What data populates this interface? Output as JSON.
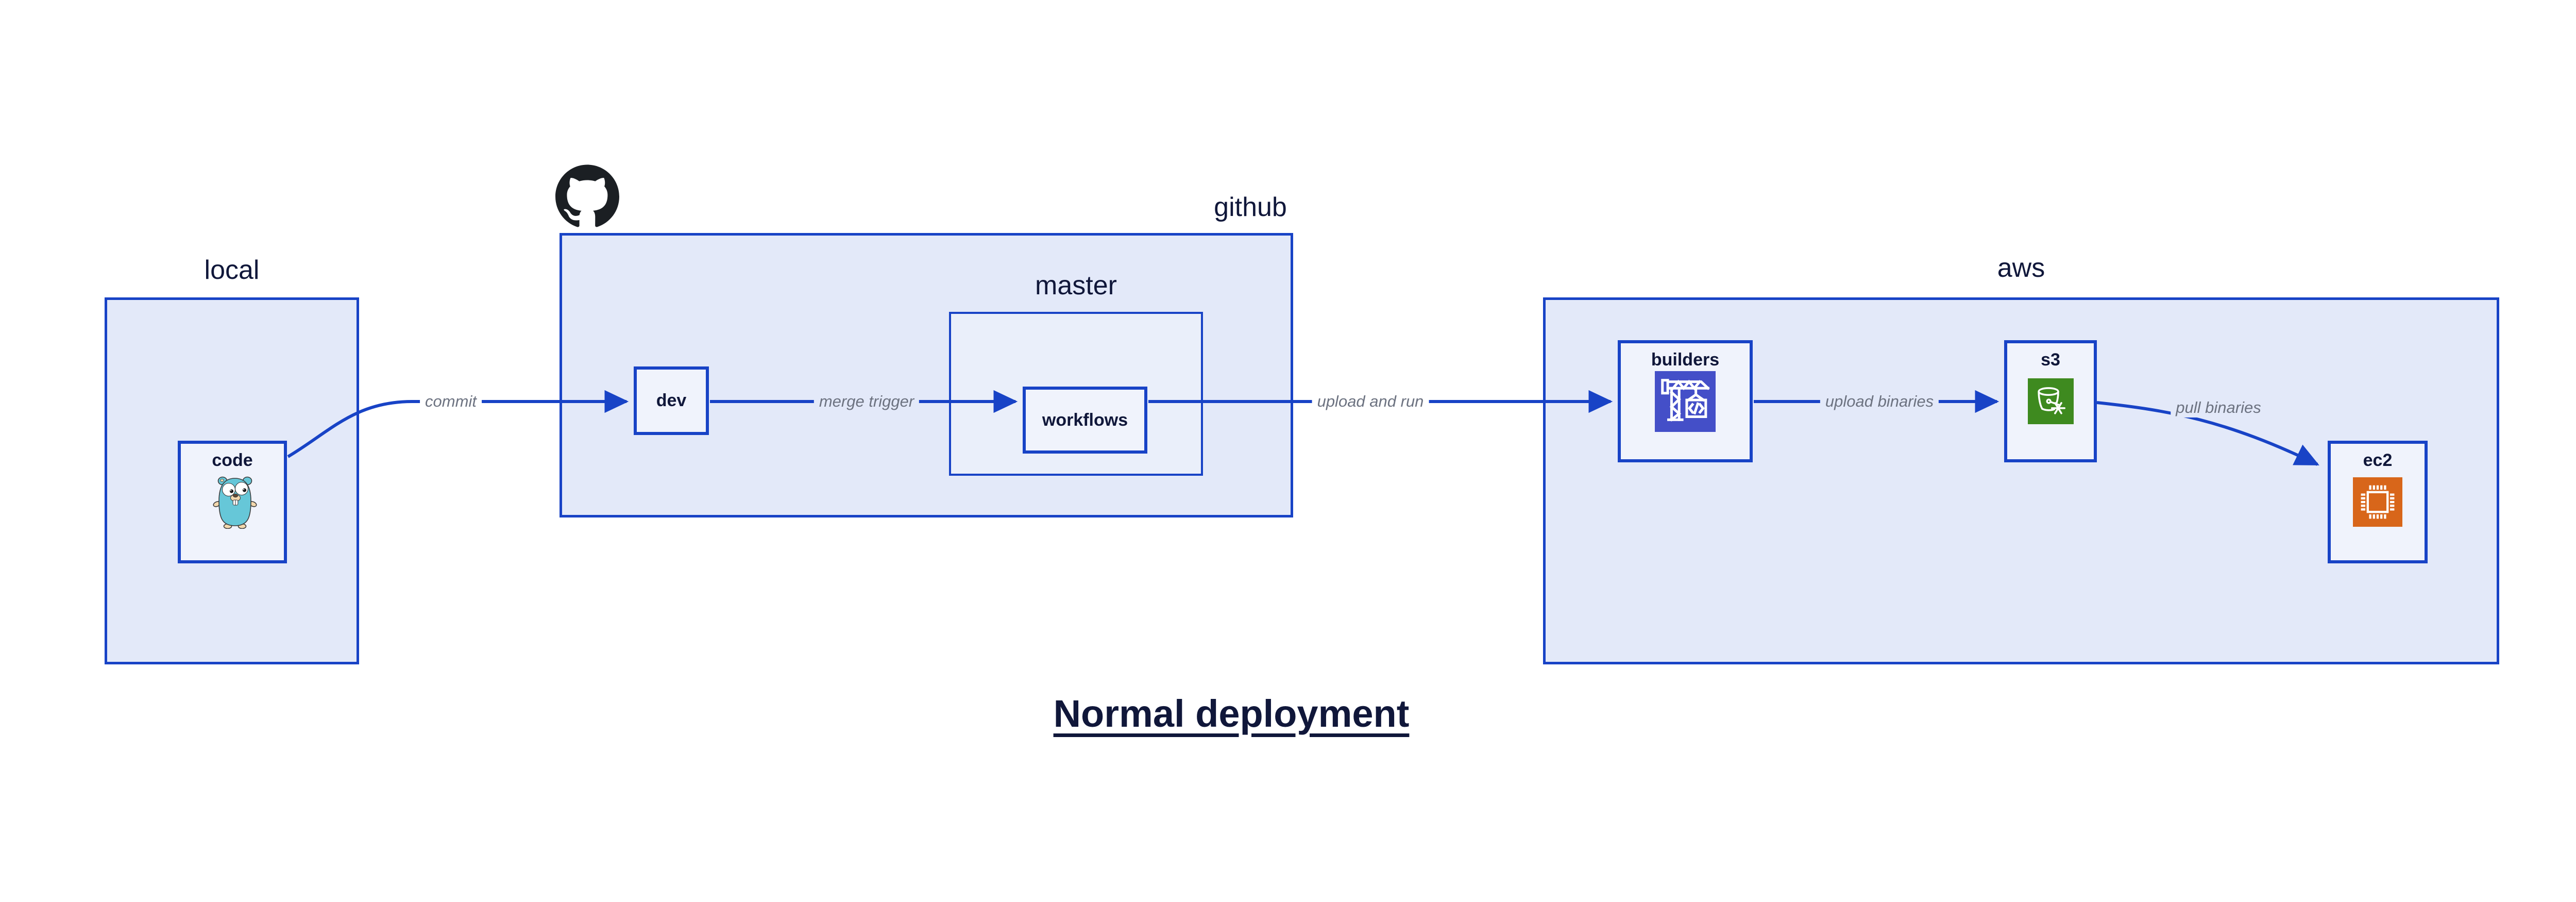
{
  "title": "Normal deployment",
  "groups": {
    "local": {
      "label": "local"
    },
    "github": {
      "label": "github"
    },
    "master": {
      "label": "master"
    },
    "aws": {
      "label": "aws"
    }
  },
  "nodes": {
    "code": {
      "label": "code",
      "icon": "go-gopher-icon"
    },
    "dev": {
      "label": "dev"
    },
    "workflows": {
      "label": "workflows"
    },
    "builders": {
      "label": "builders",
      "icon": "codebuild-crane-icon"
    },
    "s3": {
      "label": "s3",
      "icon": "s3-bucket-snowflake-icon"
    },
    "ec2": {
      "label": "ec2",
      "icon": "ec2-chip-icon"
    }
  },
  "edges": [
    {
      "from": "code",
      "to": "dev",
      "label": "commit"
    },
    {
      "from": "dev",
      "to": "workflows",
      "label": "merge trigger"
    },
    {
      "from": "workflows",
      "to": "builders",
      "label": "upload and run"
    },
    {
      "from": "builders",
      "to": "s3",
      "label": "upload binaries"
    },
    {
      "from": "s3",
      "to": "ec2",
      "label": "pull binaries"
    }
  ],
  "icons": {
    "github_logo": "github-octocat-icon"
  },
  "colors": {
    "canvas_bg": "#ffffff",
    "blue": "#1843C6",
    "navy": "#10173A",
    "gray": "#6C7280",
    "group_fill": "#E3E9F9",
    "inner_group_fill": "#EAEFFA",
    "node_fill": "#F0F3FC",
    "builders_bg": "#444FC8",
    "s3_bg": "#3E8A1F",
    "ec2_bg": "#D8661A",
    "gopher_body": "#66C7D8",
    "gopher_skin": "#F3D8AD",
    "github_black": "#1B1F23"
  }
}
